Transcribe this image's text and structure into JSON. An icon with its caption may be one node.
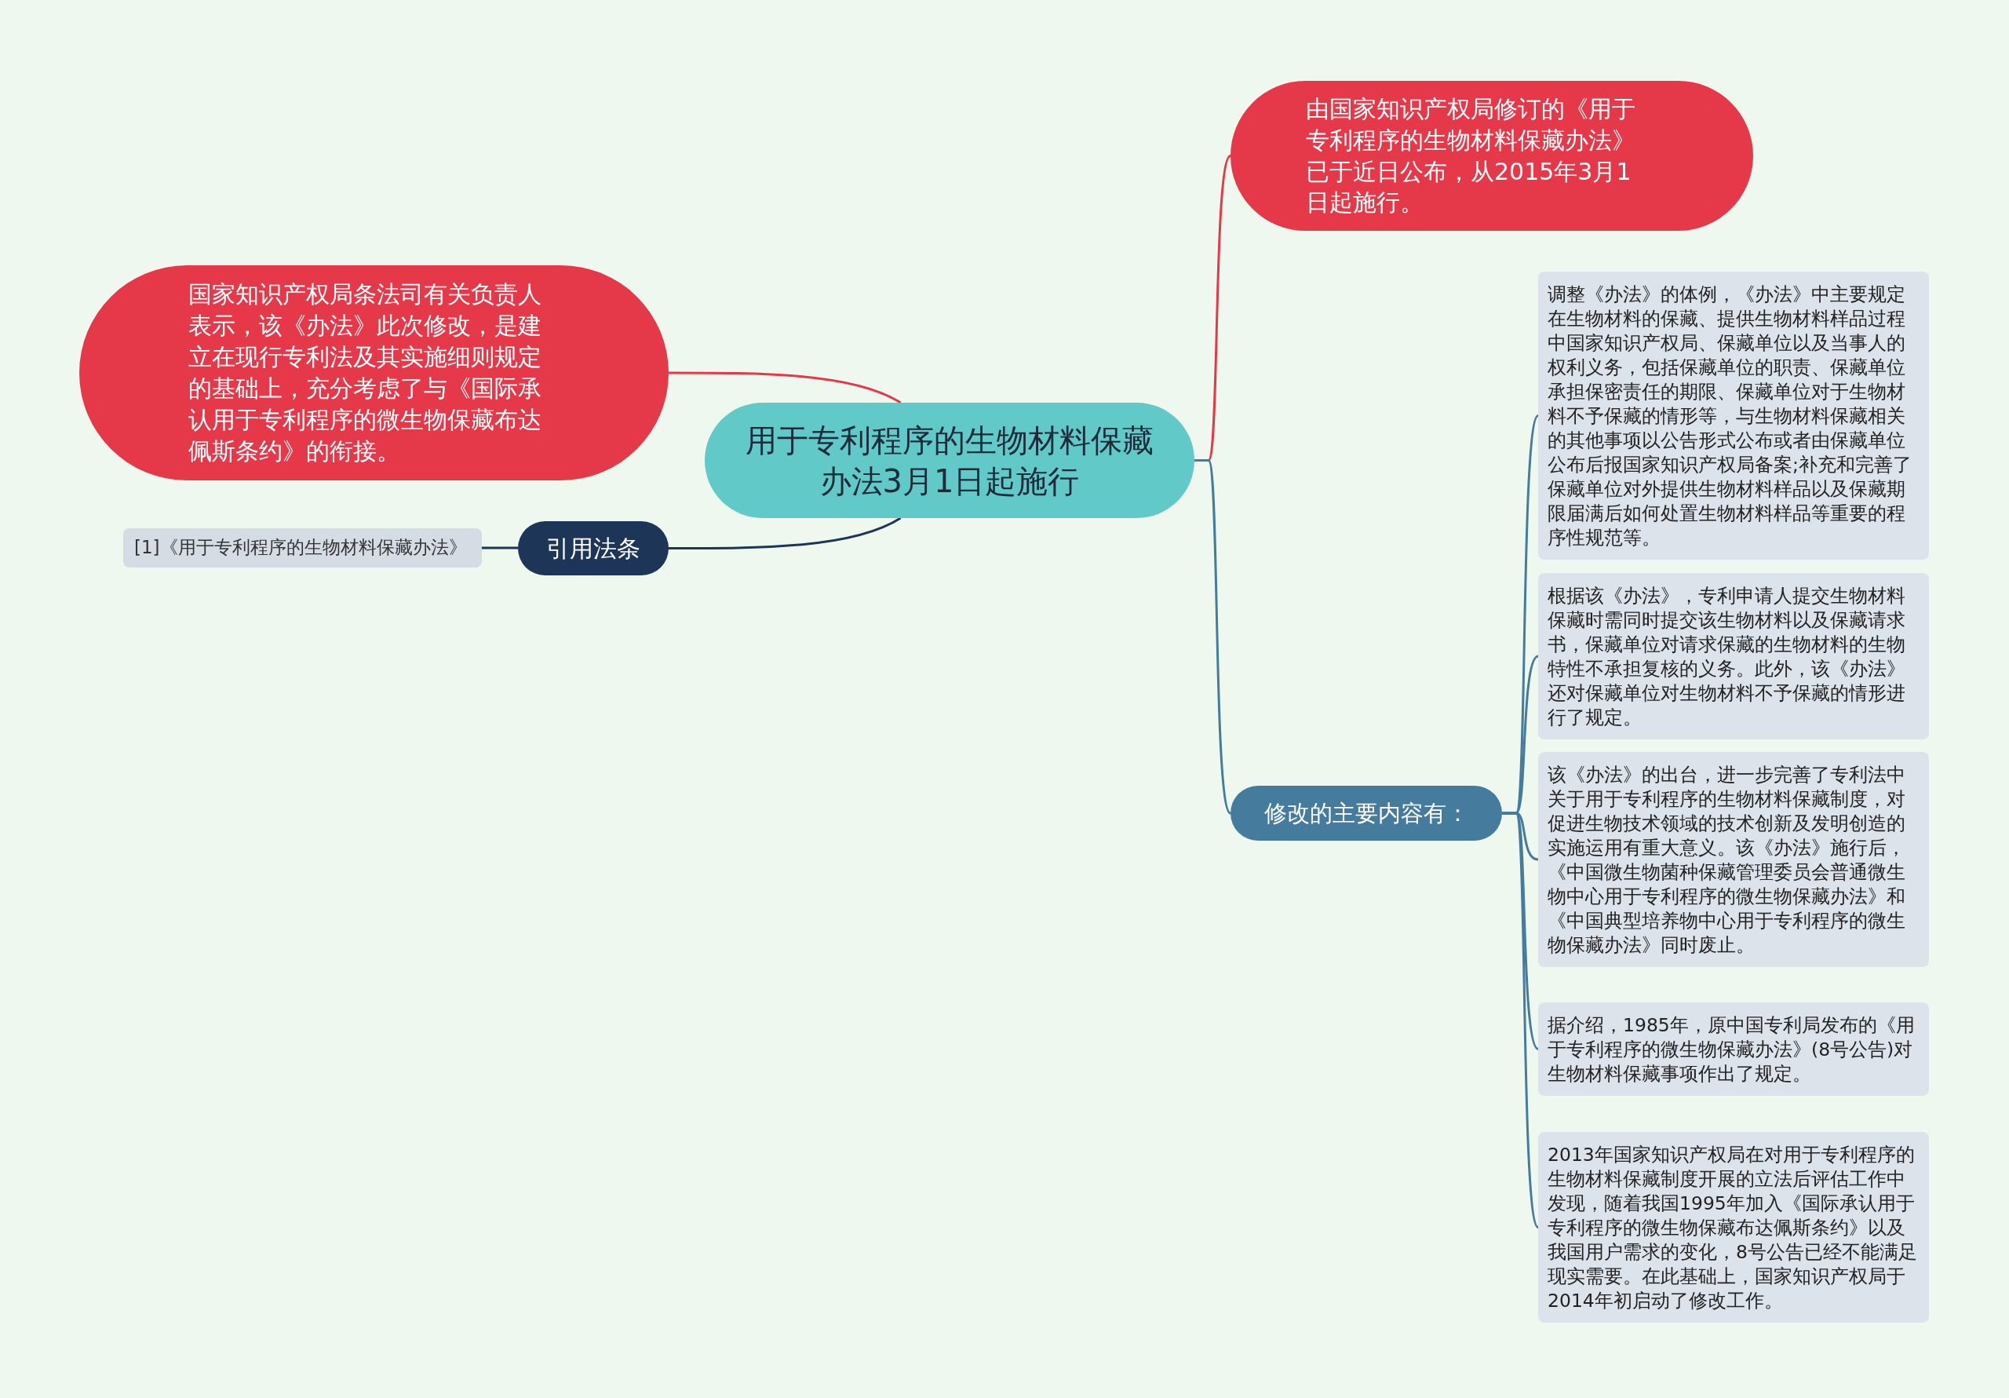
{
  "diagram": {
    "nodes": [
      {
        "text": [
          "用于专利程序的生物材料保藏办法3月1日起施行"
        ]
      },
      {
        "text": [
          "由国家知识产权局修订的《用于专利程序的生物材料保藏办法》已于近日公布，从2015年3月1日起施行。"
        ]
      },
      {
        "text": [
          "国家知识产权局条法司有关负责人表示，该《办法》此次修改，是建立在现行专利法及其实施细则规定的基础上，充分考虑了与《国际承认用于专利程序的微生物保藏布达佩斯条约》的衔接。"
        ]
      },
      {
        "text": [
          "引用法条"
        ]
      },
      {
        "text": [
          "[1]《用于专利程序的生物材料保藏办法》"
        ]
      },
      {
        "text": [
          "修改的主要内容有："
        ]
      },
      {
        "text": [
          "调整《办法》的体例，《办法》中主要规定在生物材料的保藏、提供生物材料样品过程中国家知识产权局、保藏单位以及当事人的权利义务，包括保藏单位的职责、保藏单位承担保密责任的期限、保藏单位对于生物材料不予保藏的情形等，与生物材料保藏相关的其他事项以公告形式公布或者由保藏单位公布后报国家知识产权局备案;补充和完善了保藏单位对外提供生物材料样品以及保藏期限届满后如何处置生物材料样品等重要的程序性规范等。"
        ]
      },
      {
        "text": [
          "根据该《办法》，专利申请人提交生物材料保藏时需同时提交该生物材料以及保藏请求书，保藏单位对请求保藏的生物材料的生物特性不承担复核的义务。此外，该《办法》还对保藏单位对生物材料不予保藏的情形进行了规定。"
        ]
      },
      {
        "text": [
          "该《办法》的出台，进一步完善了专利法中关于用于专利程序的生物材料保藏制度，对促进生物技术领域的技术创新及发明创造的实施运用有重大意义。该《办法》施行后，《中国微生物菌种保藏管理委员会普通微生物中心用于专利程序的微生物保藏办法》和《中国典型培养物中心用于专利程序的微生物保藏办法》同时废止。"
        ]
      },
      {
        "text": [
          "据介绍，1985年，原中国专利局发布的《用于专利程序的微生物保藏办法》(8号公告)对生物材料保藏事项作出了规定。"
        ]
      },
      {
        "text": [
          "2013年国家知识产权局在对用于专利程序的生物材料保藏制度开展的立法后评估工作中发现，随着我国1995年加入《国际承认用于专利程序的微生物保藏布达佩斯条约》以及我国用户需求的变化，8号公告已经不能满足现实需要。在此基础上，国家知识产权局于2014年初启动了修改工作。"
        ]
      }
    ],
    "edges": [
      {
        "from": 0,
        "to": 1,
        "arrow": "none",
        "color": "#e5394a"
      },
      {
        "from": 0,
        "to": 2,
        "arrow": "none",
        "color": "#e5394a"
      },
      {
        "from": 0,
        "to": 3,
        "arrow": "none",
        "color": "#1d3557"
      },
      {
        "from": 3,
        "to": 4,
        "arrow": "none",
        "color": "#1d3557"
      },
      {
        "from": 0,
        "to": 5,
        "arrow": "none"
      },
      {
        "from": 5,
        "to": 6,
        "arrow": "none"
      },
      {
        "from": 5,
        "to": 7,
        "arrow": "none"
      },
      {
        "from": 5,
        "to": 8,
        "arrow": "none"
      },
      {
        "from": 5,
        "to": 9,
        "arrow": "none"
      },
      {
        "from": 5,
        "to": 10,
        "arrow": "none"
      }
    ]
  }
}
